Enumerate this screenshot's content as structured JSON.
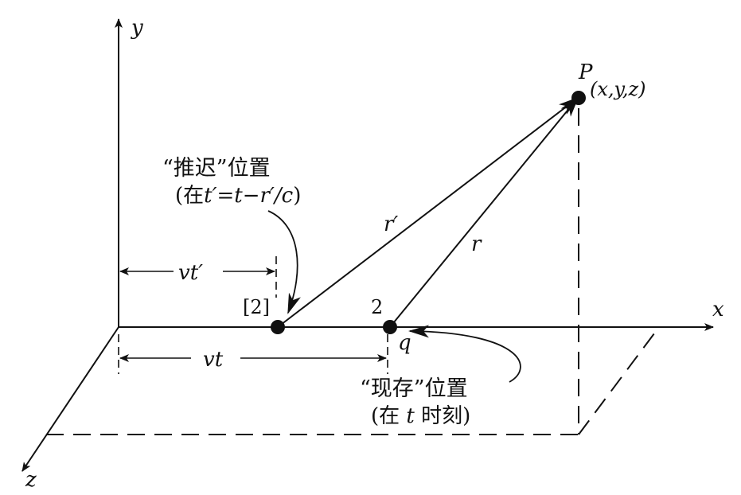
{
  "axes": {
    "x": "x",
    "y": "y",
    "z": "z"
  },
  "point_P": {
    "name": "P",
    "coords": "(x,y,z)"
  },
  "retarded": {
    "marker": "[2]",
    "title": "“推迟”位置",
    "cond_open": "(在",
    "cond_formula": "t′=t−r′/c",
    "cond_close": ")",
    "distance": "vt′",
    "vector": "r′"
  },
  "present": {
    "marker": "2",
    "charge": "q",
    "title": "“现存”位置",
    "cond_open": "(在 ",
    "cond_var": "t",
    "cond_close": " 时刻)",
    "distance": "vt",
    "vector": "r"
  },
  "colors": {
    "ink": "#111111",
    "background": "#ffffff"
  }
}
